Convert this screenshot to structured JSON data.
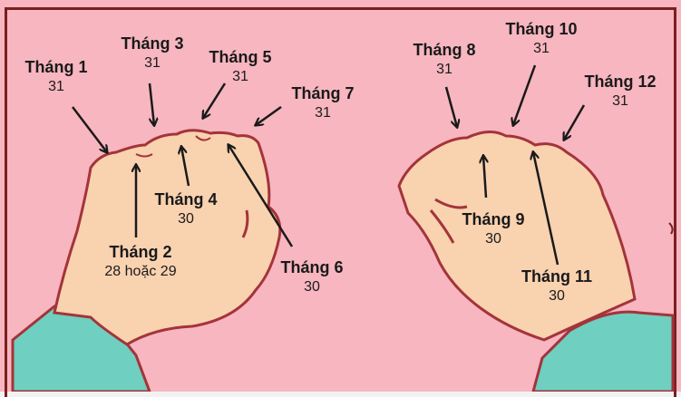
{
  "colors": {
    "background": "#f7b6c0",
    "border": "#7a1f1f",
    "skin": "#f9d2b0",
    "outline": "#a3343a",
    "sleeve": "#6fcfc0",
    "arrow": "#1a1a1a"
  },
  "left_hand": {
    "labels": [
      {
        "month": "Tháng 1",
        "days": "31"
      },
      {
        "month": "Tháng 2",
        "days": "28 hoặc 29"
      },
      {
        "month": "Tháng 3",
        "days": "31"
      },
      {
        "month": "Tháng 4",
        "days": "30"
      },
      {
        "month": "Tháng 5",
        "days": "31"
      },
      {
        "month": "Tháng 6",
        "days": "30"
      },
      {
        "month": "Tháng 7",
        "days": "31"
      }
    ]
  },
  "right_hand": {
    "labels": [
      {
        "month": "Tháng 8",
        "days": "31"
      },
      {
        "month": "Tháng 9",
        "days": "30"
      },
      {
        "month": "Tháng 10",
        "days": "31"
      },
      {
        "month": "Tháng 11",
        "days": "30"
      },
      {
        "month": "Tháng 12",
        "days": "31"
      }
    ]
  }
}
